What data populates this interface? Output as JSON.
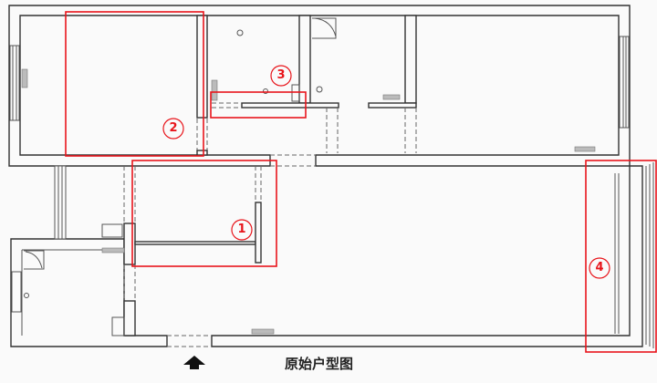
{
  "caption": "原始户型图",
  "markers": [
    {
      "label": "1"
    },
    {
      "label": "2"
    },
    {
      "label": "3"
    },
    {
      "label": "4"
    }
  ],
  "colors": {
    "highlight": "#e8151b",
    "wall": "#333333"
  },
  "icons": [
    "entrance-arrow-icon",
    "radiator-icon",
    "floor-drain-icon",
    "window-icon"
  ]
}
